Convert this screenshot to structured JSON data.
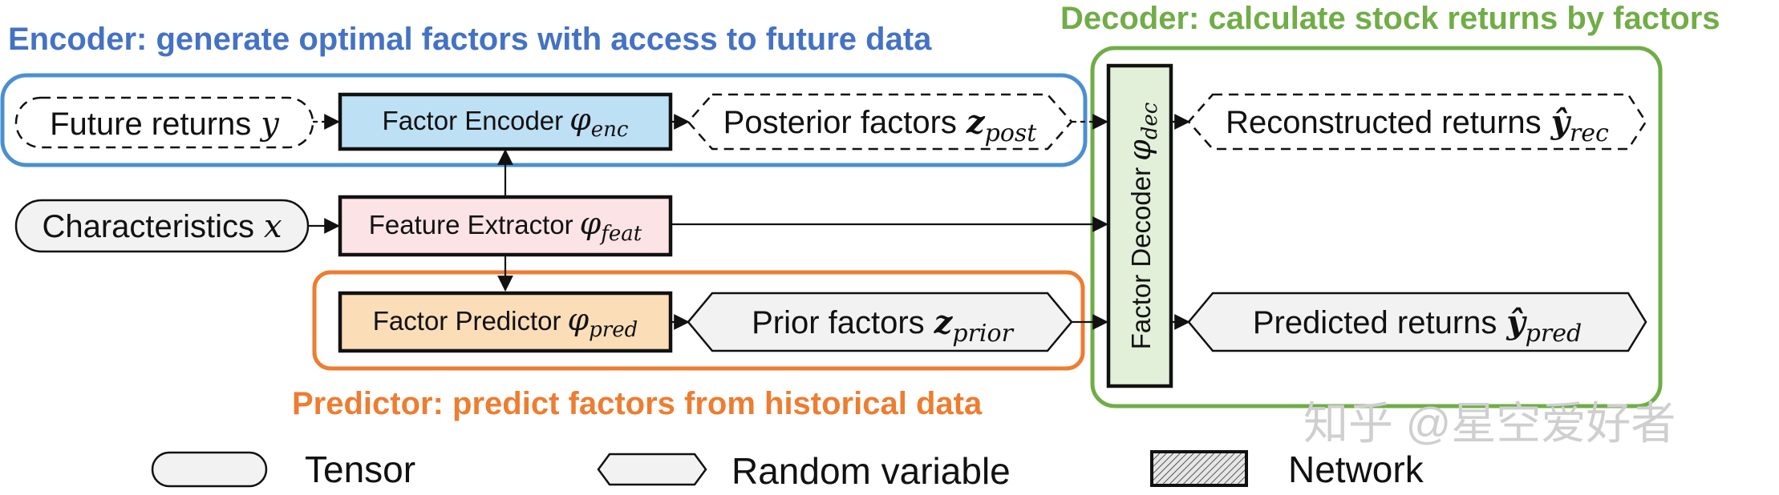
{
  "sections": {
    "encoder_title": "Encoder: generate optimal factors with access to future data",
    "decoder_title": "Decoder: calculate stock returns by factors",
    "predictor_title": "Predictor: predict factors from historical data"
  },
  "nodes": {
    "future_returns": {
      "text": "Future returns",
      "symbol": "y"
    },
    "characteristics": {
      "text": "Characteristics",
      "symbol": "x"
    },
    "posterior_factors": {
      "text": "Posterior factors",
      "symbol": "z",
      "sub": "post"
    },
    "prior_factors": {
      "text": "Prior factors",
      "symbol": "z",
      "sub": "prior"
    },
    "reconstructed_returns": {
      "text": "Reconstructed returns",
      "symbol": "ŷ",
      "sub": "rec"
    },
    "predicted_returns": {
      "text": "Predicted returns",
      "symbol": "ŷ",
      "sub": "pred"
    }
  },
  "networks": {
    "factor_encoder": {
      "text": "Factor Encoder",
      "symbol": "φ",
      "sub": "enc"
    },
    "feature_extractor": {
      "text": "Feature Extractor",
      "symbol": "φ",
      "sub": "feat"
    },
    "factor_predictor": {
      "text": "Factor Predictor",
      "symbol": "φ",
      "sub": "pred"
    },
    "factor_decoder": {
      "text": "Factor Decoder",
      "symbol": "φ",
      "sub": "dec"
    }
  },
  "legend": {
    "tensor": "Tensor",
    "random_variable": "Random variable",
    "network": "Network"
  },
  "watermark": "知乎 @星空爱好者",
  "colors": {
    "encoder": "#4472C4",
    "decoder": "#70AD47",
    "predictor": "#ED7D31",
    "encoder_fill": "#BDE0F5",
    "extractor_fill": "#FBE3E6",
    "predictor_fill": "#FBDDB8",
    "decoder_fill": "#E2F0D9",
    "node_fill": "#F2F2F2"
  }
}
